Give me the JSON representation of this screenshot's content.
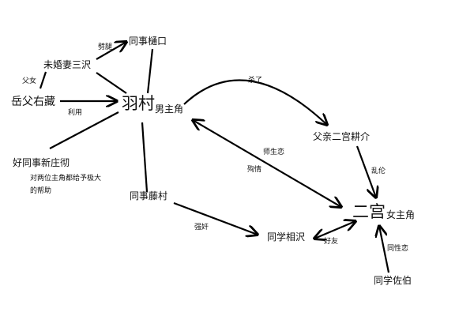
{
  "nodes": {
    "higuchi": "同事樋口",
    "misawa": "未婚妻三沢",
    "father_in_law": "岳父右藏",
    "hamura": "羽村",
    "hamura_role": "男主角",
    "shinjo": "好同事新庄彻",
    "shinjo_note_1": "对两位主角都给予极大",
    "shinjo_note_2": "的帮助",
    "fujimura": "同事藤村",
    "father_ninomiya": "父亲二宫耕介",
    "ninomiya": "二宫",
    "ninomiya_role": "女主角",
    "aizawa": "同学相沢",
    "saeki": "同学佐伯"
  },
  "edges": {
    "misawa_higuchi": "劈腿",
    "father_daughter": "父女",
    "use": "利用",
    "killed": "杀了",
    "teacher_student": "师生恋",
    "double_suicide": "殉情",
    "incest": "乱伦",
    "rape": "强奸",
    "friends": "好友",
    "homosexual": "同性恋"
  }
}
